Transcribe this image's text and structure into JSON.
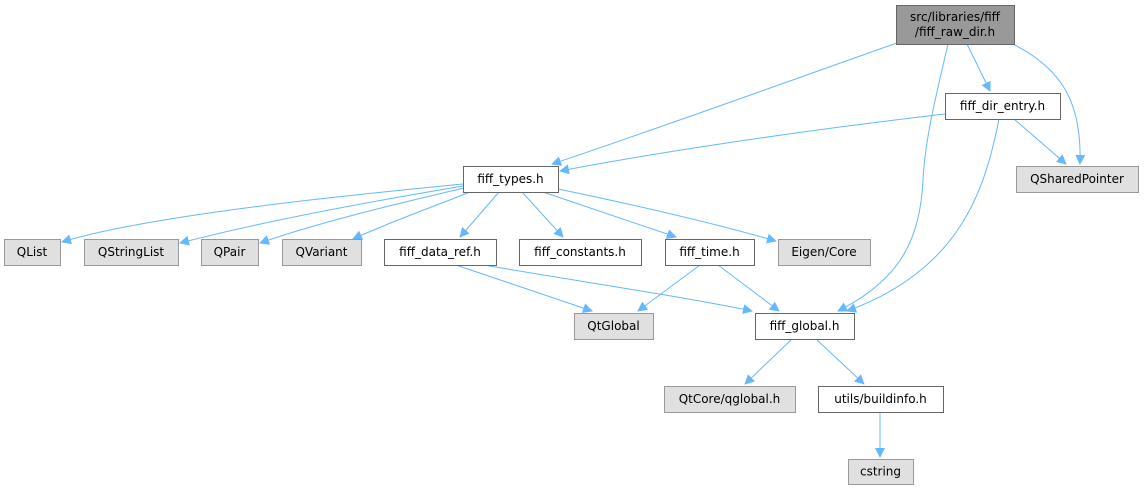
{
  "diagram": {
    "title": "Include dependency graph for fiff_raw_dir.h",
    "colors": {
      "edge": "#63b8ff",
      "root_fill": "#999999",
      "root_stroke": "#666666",
      "doc_fill": "#ffffff",
      "doc_stroke": "#666666",
      "external_fill": "#e0e0e0",
      "external_stroke": "#999999"
    },
    "nodes": [
      {
        "id": "root",
        "kind": "root",
        "lines": [
          "src/libraries/fiff",
          "/fiff_raw_dir.h"
        ]
      },
      {
        "id": "fiff_dir_entry",
        "kind": "doc",
        "lines": [
          "fiff_dir_entry.h"
        ]
      },
      {
        "id": "fiff_types",
        "kind": "doc",
        "lines": [
          "fiff_types.h"
        ]
      },
      {
        "id": "QSharedPointer",
        "kind": "external",
        "lines": [
          "QSharedPointer"
        ]
      },
      {
        "id": "QList",
        "kind": "external",
        "lines": [
          "QList"
        ]
      },
      {
        "id": "QStringList",
        "kind": "external",
        "lines": [
          "QStringList"
        ]
      },
      {
        "id": "QPair",
        "kind": "external",
        "lines": [
          "QPair"
        ]
      },
      {
        "id": "QVariant",
        "kind": "external",
        "lines": [
          "QVariant"
        ]
      },
      {
        "id": "fiff_data_ref",
        "kind": "doc",
        "lines": [
          "fiff_data_ref.h"
        ]
      },
      {
        "id": "fiff_constants",
        "kind": "doc",
        "lines": [
          "fiff_constants.h"
        ]
      },
      {
        "id": "fiff_time",
        "kind": "doc",
        "lines": [
          "fiff_time.h"
        ]
      },
      {
        "id": "EigenCore",
        "kind": "external",
        "lines": [
          "Eigen/Core"
        ]
      },
      {
        "id": "QtGlobal",
        "kind": "external",
        "lines": [
          "QtGlobal"
        ]
      },
      {
        "id": "fiff_global",
        "kind": "doc",
        "lines": [
          "fiff_global.h"
        ]
      },
      {
        "id": "QtCoreQglobal",
        "kind": "external",
        "lines": [
          "QtCore/qglobal.h"
        ]
      },
      {
        "id": "buildinfo",
        "kind": "doc",
        "lines": [
          "utils/buildinfo.h"
        ]
      },
      {
        "id": "cstring",
        "kind": "external",
        "lines": [
          "cstring"
        ]
      }
    ],
    "edges": [
      {
        "from": "root",
        "to": "fiff_types"
      },
      {
        "from": "root",
        "to": "fiff_dir_entry"
      },
      {
        "from": "root",
        "to": "QSharedPointer"
      },
      {
        "from": "root",
        "to": "fiff_global"
      },
      {
        "from": "fiff_dir_entry",
        "to": "fiff_types"
      },
      {
        "from": "fiff_dir_entry",
        "to": "QSharedPointer"
      },
      {
        "from": "fiff_dir_entry",
        "to": "fiff_global"
      },
      {
        "from": "fiff_types",
        "to": "QList"
      },
      {
        "from": "fiff_types",
        "to": "QStringList"
      },
      {
        "from": "fiff_types",
        "to": "QPair"
      },
      {
        "from": "fiff_types",
        "to": "QVariant"
      },
      {
        "from": "fiff_types",
        "to": "fiff_data_ref"
      },
      {
        "from": "fiff_types",
        "to": "fiff_constants"
      },
      {
        "from": "fiff_types",
        "to": "fiff_time"
      },
      {
        "from": "fiff_types",
        "to": "EigenCore"
      },
      {
        "from": "fiff_data_ref",
        "to": "QtGlobal"
      },
      {
        "from": "fiff_data_ref",
        "to": "fiff_global"
      },
      {
        "from": "fiff_time",
        "to": "QtGlobal"
      },
      {
        "from": "fiff_time",
        "to": "fiff_global"
      },
      {
        "from": "fiff_global",
        "to": "QtCoreQglobal"
      },
      {
        "from": "fiff_global",
        "to": "buildinfo"
      },
      {
        "from": "buildinfo",
        "to": "cstring"
      }
    ]
  }
}
